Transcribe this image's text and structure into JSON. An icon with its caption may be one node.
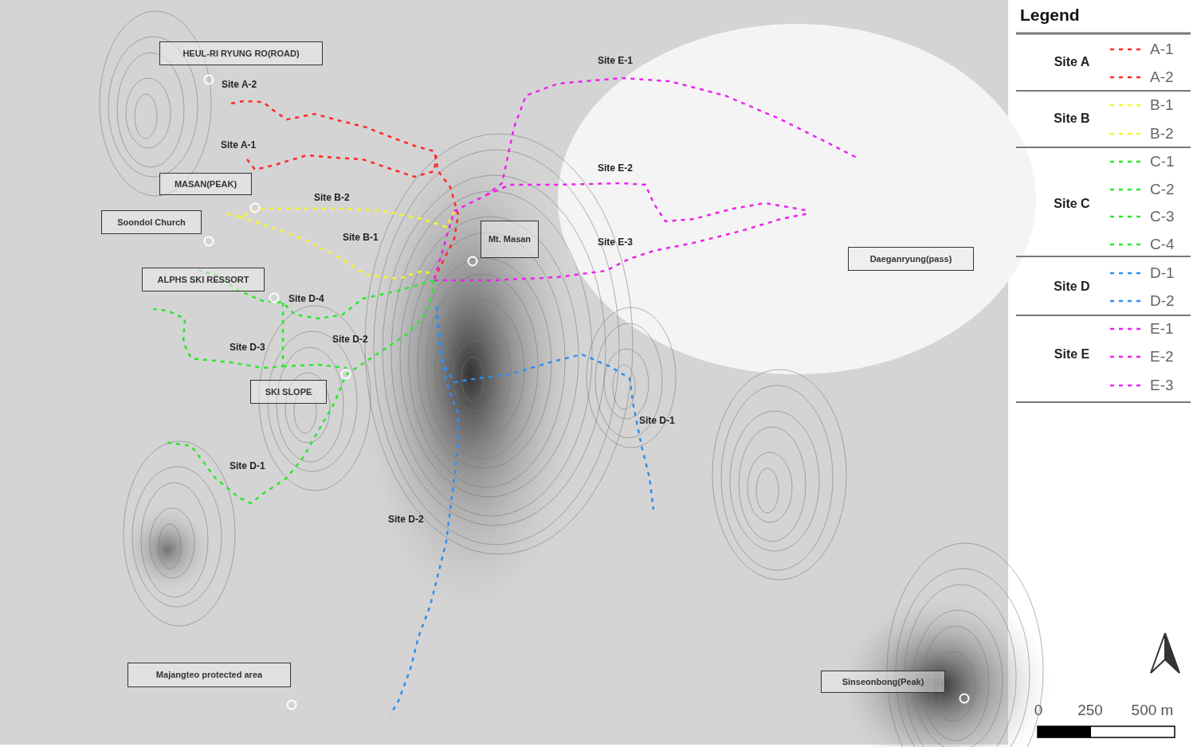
{
  "diagram": {
    "nodes": [
      {
        "text": [
          "HEUL-RI RYUNG RO(ROAD)"
        ]
      },
      {
        "text": [
          "MASAN(PEAK)"
        ]
      },
      {
        "text": [
          "Soondol Church"
        ]
      },
      {
        "text": [
          "Mt. Masan"
        ]
      },
      {
        "text": [
          "Daeganryung(pass)"
        ]
      },
      {
        "text": [
          "ALPHS SKI RESSORT"
        ]
      },
      {
        "text": [
          "SKI SLOPE"
        ]
      },
      {
        "text": [
          "Majangteo protected area"
        ]
      },
      {
        "text": [
          "Sinseonbong(Peak)"
        ]
      }
    ],
    "labels": [
      "Site E-1",
      "Site A-2",
      "Site A-1",
      "Site E-2",
      "Site B-2",
      "Site B-1",
      "Site E-3",
      "Site D-4",
      "Site D-2",
      "Site D-3",
      "Site D-1",
      "Site D-1",
      "Site D-2",
      "Legend",
      "Site A",
      "Site B",
      "Site C",
      "Site D",
      "Site E",
      "0",
      "250",
      "500 m"
    ],
    "legend": [
      {
        "text": "A-1"
      },
      {
        "text": "A-2"
      },
      {
        "text": "B-1"
      },
      {
        "text": "B-2"
      },
      {
        "text": "C-1"
      },
      {
        "text": "C-2"
      },
      {
        "text": "C-3"
      },
      {
        "text": "C-4"
      },
      {
        "text": "D-1"
      },
      {
        "text": "D-2"
      },
      {
        "text": "E-1"
      },
      {
        "text": "E-2"
      },
      {
        "text": "E-3"
      }
    ]
  }
}
